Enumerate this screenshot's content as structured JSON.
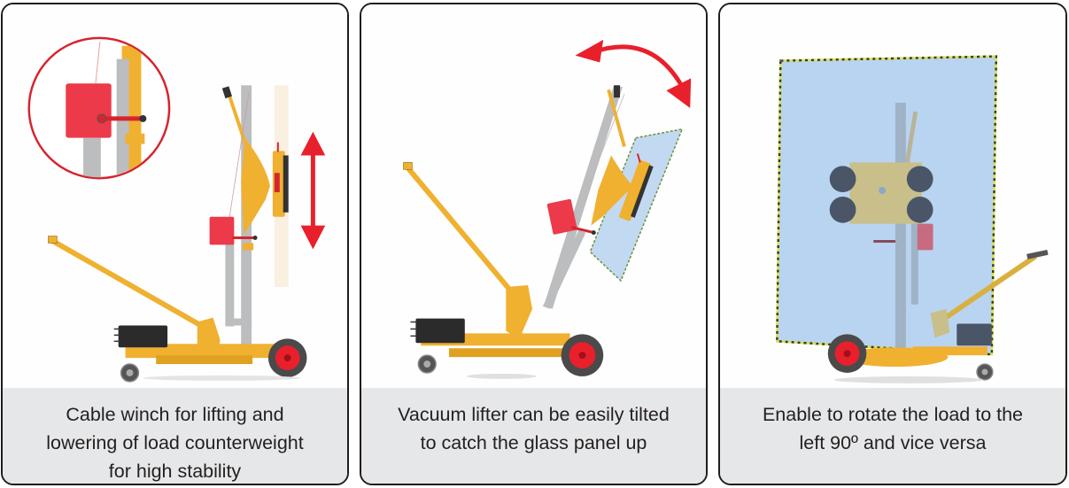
{
  "panels": [
    {
      "id": "cable-winch",
      "caption": "Cable winch for lifting and\nlowering of load counterweight\nfor high stability",
      "illustration": "glass lifter side view with winch detail inset and vertical double arrow",
      "icons": [
        "magnify-inset-circle",
        "vertical-double-arrow"
      ]
    },
    {
      "id": "tilt",
      "caption": "Vacuum lifter can be easily tilted\nto catch the glass panel up",
      "illustration": "glass lifter tilted holding glass panel with curved double arrow",
      "icons": [
        "curved-double-arrow"
      ]
    },
    {
      "id": "rotate",
      "caption": "Enable to rotate the load to the\nleft 90º and vice versa",
      "illustration": "glass lifter front view holding large glass pane with suction cups",
      "icons": []
    }
  ],
  "colors": {
    "frame_yellow": "#f0b030",
    "accent_red": "#e8202c",
    "mast_gray": "#b8b9bb",
    "glass_blue": "#b9d4f0",
    "caption_bg": "#e6e7e8",
    "border": "#1e1e1e",
    "text": "#231f20"
  }
}
